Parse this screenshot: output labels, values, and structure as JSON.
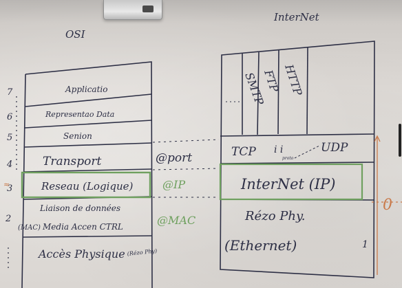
{
  "titles": {
    "osi": "OSI",
    "internet": "InterNet"
  },
  "osi_layers": [
    {
      "num": "7",
      "label": "Applicatio"
    },
    {
      "num": "6",
      "label": "Representao Data"
    },
    {
      "num": "5",
      "label": "Senion"
    },
    {
      "num": "4",
      "label": "Transport"
    },
    {
      "num": "3",
      "label": "Reseau (Logique)"
    },
    {
      "num": "2",
      "label": "Liaison de données"
    },
    {
      "num": "",
      "label": "Media Accen CTRL"
    },
    {
      "num": "",
      "label": "Accès Physique"
    }
  ],
  "mac_tag": "(MAC)",
  "rezo_phy_small": "(Rézo Phy)",
  "middle": {
    "port": "@port",
    "ip": "@IP",
    "mac": "@MAC"
  },
  "internet_protocols": [
    "SMTP",
    "FTP",
    "HTTP"
  ],
  "transport": {
    "tcp": "TCP",
    "udp": "UDP",
    "proto": "proto"
  },
  "internet_layer": "InterNet (IP)",
  "rezo_phy": "Rézo Phy.",
  "ethernet": "(Ethernet)",
  "right_numbers": {
    "top": "0",
    "bottom": "1"
  },
  "colors": {
    "ink": "#2d2f45",
    "green": "#6fa05f",
    "orange": "#c97a4a",
    "board": "#e2dfdb"
  }
}
